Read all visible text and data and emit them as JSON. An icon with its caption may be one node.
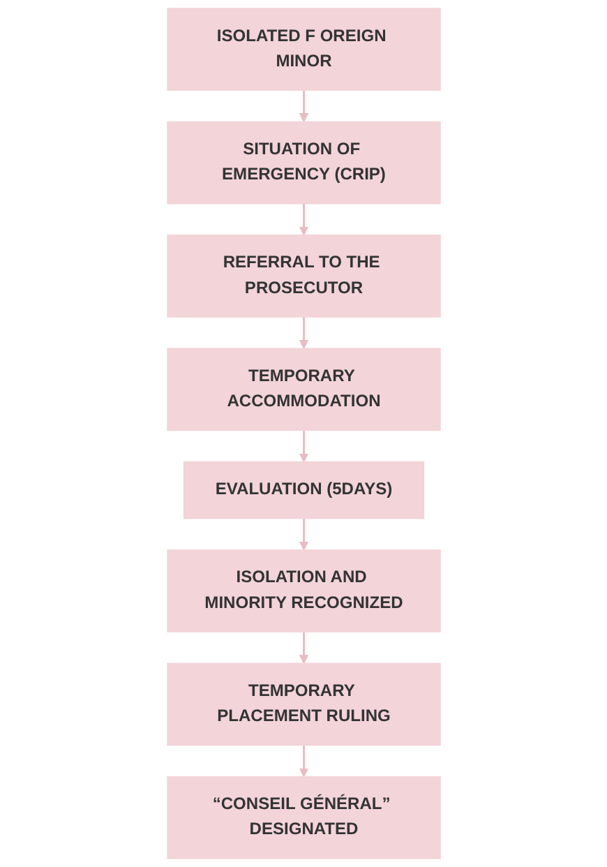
{
  "diagram": {
    "nodes": [
      {
        "text": [
          "“CONSEIL GÉNÉRAL” DESIGNATED"
        ]
      },
      {
        "text": [
          "ISOLATED F OREIGN MINOR"
        ]
      },
      {
        "text": [
          "TEMPORARY PLACEMENT RULING"
        ]
      },
      {
        "text": [
          "SITUATION OF EMERGENCY (CRIP)"
        ]
      },
      {
        "text": [
          "ISOLATION AND MINORITY RECOGNIZED"
        ]
      },
      {
        "text": [
          "REFERRAL TO THE PROSECUTOR"
        ]
      },
      {
        "text": [
          "EVALUATION (5DAYS)"
        ]
      },
      {
        "text": [
          "TEMPORARY ACCOMMODATION"
        ]
      }
    ],
    "edges": [
      {
        "from": 1,
        "to": 3,
        "arrow": "to"
      },
      {
        "from": 3,
        "to": 5,
        "arrow": "to"
      },
      {
        "from": 5,
        "to": 7,
        "arrow": "to"
      },
      {
        "from": 7,
        "to": 6,
        "arrow": "to"
      },
      {
        "from": 6,
        "to": 4,
        "arrow": "to"
      },
      {
        "from": 4,
        "to": 2,
        "arrow": "to"
      },
      {
        "from": 2,
        "to": 0,
        "arrow": "to"
      }
    ]
  }
}
